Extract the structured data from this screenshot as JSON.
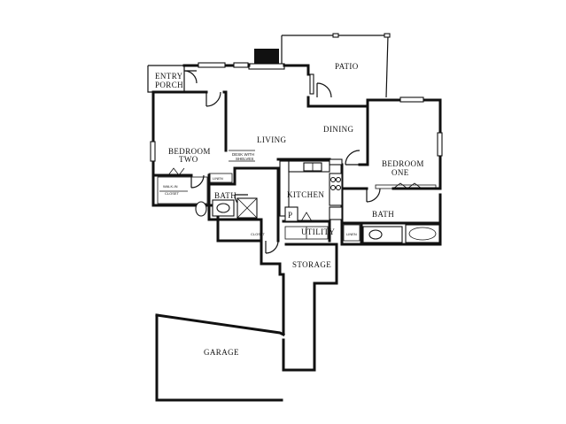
{
  "rooms": {
    "patio": "PATIO",
    "entry_porch_1": "ENTRY",
    "entry_porch_2": "PORCH",
    "living": "LIVING",
    "dining": "DINING",
    "bedroom_two_1": "BEDROOM",
    "bedroom_two_2": "TWO",
    "bedroom_one_1": "BEDROOM",
    "bedroom_one_2": "ONE",
    "bath_left": "BATH",
    "bath_right": "BATH",
    "kitchen": "KITCHEN",
    "utility": "UTILITY",
    "storage": "STORAGE",
    "garage": "GARAGE"
  },
  "fixtures": {
    "desk_1": "DESK WITH",
    "desk_2": "SHELVES",
    "walk_in_1": "WALK-IN",
    "walk_in_2": "CLOSET",
    "linen_left": "LINEN",
    "linen_right": "LINEN",
    "closet": "CLOSET",
    "pantry": "P"
  }
}
